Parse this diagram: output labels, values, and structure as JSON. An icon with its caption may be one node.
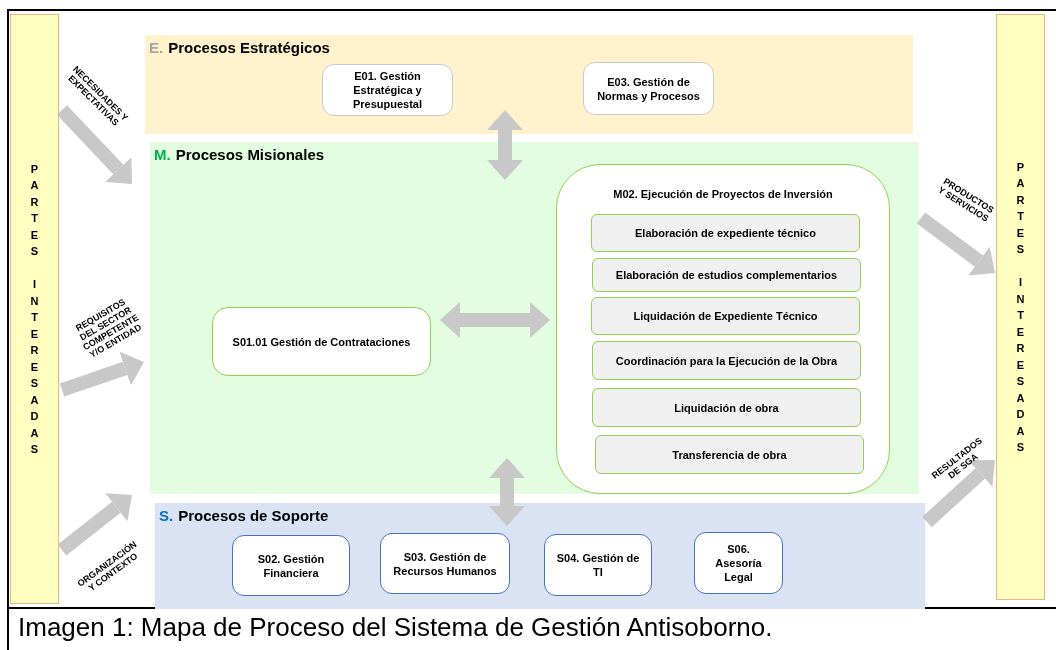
{
  "diagram": {
    "caption": "Imagen 1: Mapa de Proceso del Sistema de Gestión Antisoborno.",
    "nodes": [
      {
        "text": [
          "PARTES INTERESADAS"
        ]
      },
      {
        "text": [
          "E.",
          "Procesos Estratégicos"
        ]
      },
      {
        "text": [
          "E01. Gestión Estratégica y Presupuestal"
        ],
        "in": 1
      },
      {
        "text": [
          "E03. Gestión de Normas y Procesos"
        ],
        "in": 1
      },
      {
        "text": [
          "M.",
          "Procesos Misionales"
        ]
      },
      {
        "text": [
          "S01.01 Gestión de Contrataciones"
        ],
        "in": 4
      },
      {
        "text": [
          "M02. Ejecución de Proyectos de Inversión"
        ],
        "in": 4
      },
      {
        "text": [
          "Elaboración de expediente técnico"
        ],
        "in": 6
      },
      {
        "text": [
          "Elaboración de estudios complementarios"
        ],
        "in": 6
      },
      {
        "text": [
          "Liquidación de Expediente Técnico"
        ],
        "in": 6
      },
      {
        "text": [
          "Coordinación para la Ejecución de la Obra"
        ],
        "in": 6
      },
      {
        "text": [
          "Liquidación de obra"
        ],
        "in": 6
      },
      {
        "text": [
          "Transferencia de obra"
        ],
        "in": 6
      },
      {
        "text": [
          "S.",
          "Procesos de Soporte"
        ]
      },
      {
        "text": [
          "S02. Gestión Financiera"
        ],
        "in": 13
      },
      {
        "text": [
          "S03. Gestión de Recursos Humanos"
        ],
        "in": 13
      },
      {
        "text": [
          "S04. Gestión de TI"
        ],
        "in": 13
      },
      {
        "text": [
          "S06. Asesoría Legal"
        ],
        "in": 13
      },
      {
        "text": [
          "PARTES INTERESADAS"
        ]
      }
    ],
    "edges": [
      {
        "from": 0,
        "to": 4,
        "arrow": "to",
        "label": "NECESIDADES Y EXPECTATIVAS"
      },
      {
        "from": 0,
        "to": 4,
        "arrow": "to",
        "label": "REQUISITOS DEL SECTOR COMPETENTE Y/O ENTIDAD"
      },
      {
        "from": 0,
        "to": 4,
        "arrow": "to",
        "label": "ORGANIZACIÓN Y CONTEXTO"
      },
      {
        "from": 4,
        "to": 18,
        "arrow": "to",
        "label": "PRODUCTOS Y SERVICIOS"
      },
      {
        "from": 13,
        "to": 18,
        "arrow": "to",
        "label": "RESULTADOS DE SGA"
      },
      {
        "from": 1,
        "to": 4,
        "arrow": "both"
      },
      {
        "from": 5,
        "to": 6,
        "arrow": "both"
      },
      {
        "from": 4,
        "to": 13,
        "arrow": "both"
      }
    ]
  }
}
